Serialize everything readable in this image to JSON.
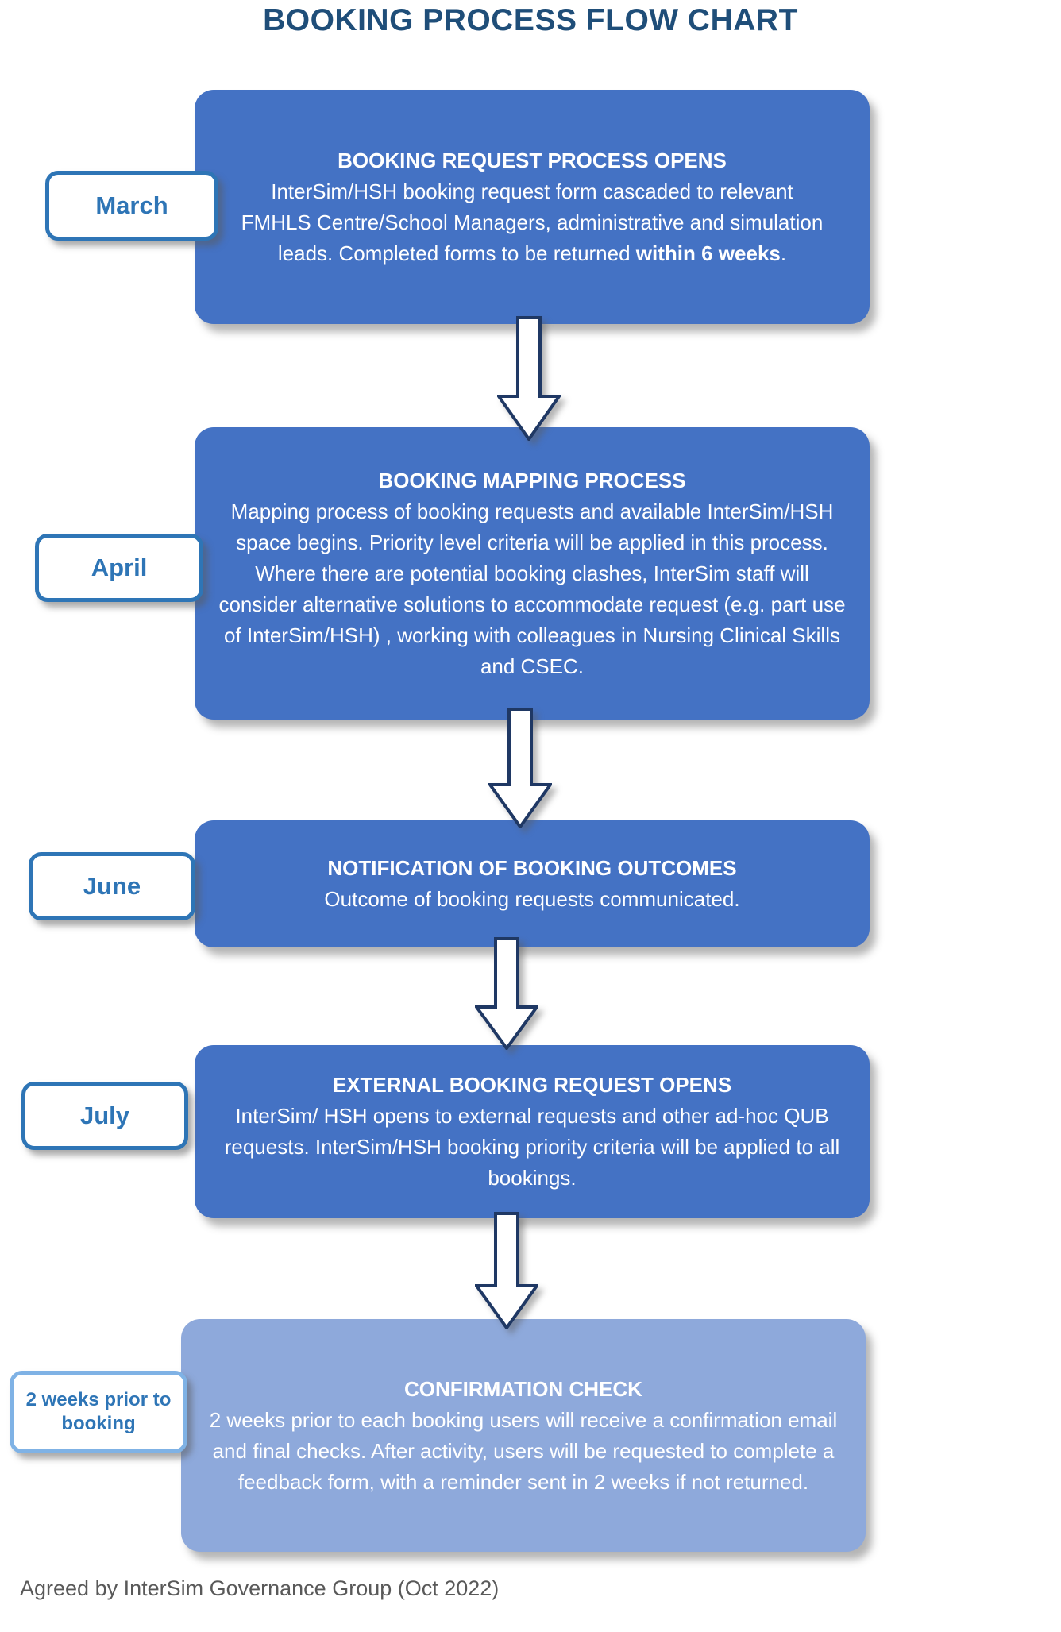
{
  "title": "BOOKING PROCESS FLOW CHART",
  "footer": "Agreed by InterSim Governance Group (Oct 2022)",
  "colors": {
    "title_text": "#1F4E79",
    "box_fill": "#4472C4",
    "box_fill_light": "#8EA9DB",
    "box_text": "#FFFFFF",
    "label_border": "#2E75B6",
    "label_border_light": "#7FB2E5",
    "label_text": "#2E75B6",
    "arrow_fill": "#FFFFFF",
    "arrow_outline": "#1F3864",
    "footer_text": "#595959"
  },
  "steps": [
    {
      "label": "March",
      "heading": "BOOKING REQUEST PROCESS OPENS",
      "body": "InterSim/HSH booking request form cascaded to relevant FMHLS Centre/School Managers, administrative and simulation leads. Completed forms to be returned ",
      "body_bold": "within 6 weeks",
      "body_after": "."
    },
    {
      "label": "April",
      "heading": "BOOKING MAPPING PROCESS",
      "body": "Mapping process of booking requests and available InterSim/HSH space begins. Priority level criteria will be applied in this process. Where there are potential booking clashes, InterSim staff will consider alternative solutions to accommodate request (e.g. part use of InterSim/HSH) , working with colleagues in Nursing Clinical Skills and CSEC."
    },
    {
      "label": "June",
      "heading": "NOTIFICATION OF BOOKING OUTCOMES",
      "body": "Outcome of booking requests communicated."
    },
    {
      "label": "July",
      "heading": "EXTERNAL BOOKING REQUEST OPENS",
      "body": "InterSim/ HSH opens to external requests and other ad-hoc QUB requests. InterSim/HSH booking priority criteria will be applied to all bookings."
    },
    {
      "label": "2 weeks prior to booking",
      "heading": "CONFIRMATION CHECK",
      "body": "2 weeks prior to each booking users will receive a confirmation email and final checks. After activity, users will be requested to complete a feedback form, with a reminder sent in 2 weeks if not returned."
    }
  ]
}
